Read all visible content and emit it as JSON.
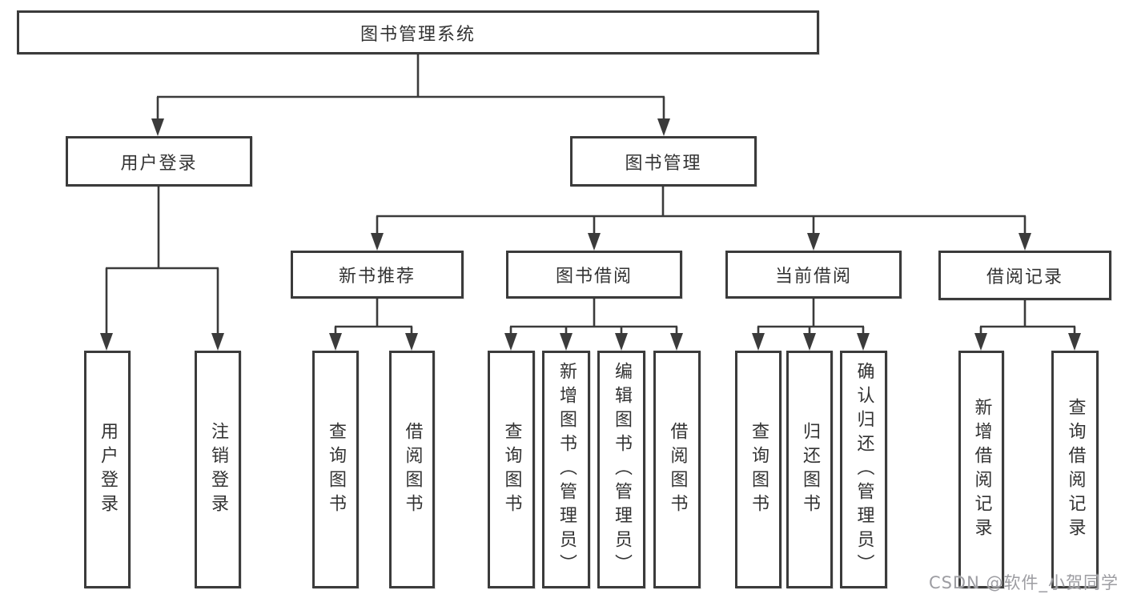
{
  "diagram": {
    "root": {
      "label": "图书管理系统"
    },
    "branches": [
      {
        "label": "用户登录",
        "children": [
          {
            "label": "用户登录"
          },
          {
            "label": "注销登录"
          }
        ]
      },
      {
        "label": "图书管理",
        "children": [
          {
            "label": "新书推荐",
            "children": [
              {
                "label": "查询图书"
              },
              {
                "label": "借阅图书"
              }
            ]
          },
          {
            "label": "图书借阅",
            "children": [
              {
                "label": "查询图书"
              },
              {
                "label": "新增图书（管理员）"
              },
              {
                "label": "编辑图书（管理员）"
              },
              {
                "label": "借阅图书"
              }
            ]
          },
          {
            "label": "当前借阅",
            "children": [
              {
                "label": "查询图书"
              },
              {
                "label": "归还图书"
              },
              {
                "label": "确认归还（管理员）"
              }
            ]
          },
          {
            "label": "借阅记录",
            "children": [
              {
                "label": "新增借阅记录"
              },
              {
                "label": "查询借阅记录"
              }
            ]
          }
        ]
      }
    ]
  },
  "watermark": {
    "text": "CSDN @软件_小贺同学"
  },
  "colors": {
    "line": "#3b3b3b",
    "border": "#3b3b3b",
    "text": "#333333",
    "watermark": "#9d9da2",
    "background": "#ffffff"
  }
}
